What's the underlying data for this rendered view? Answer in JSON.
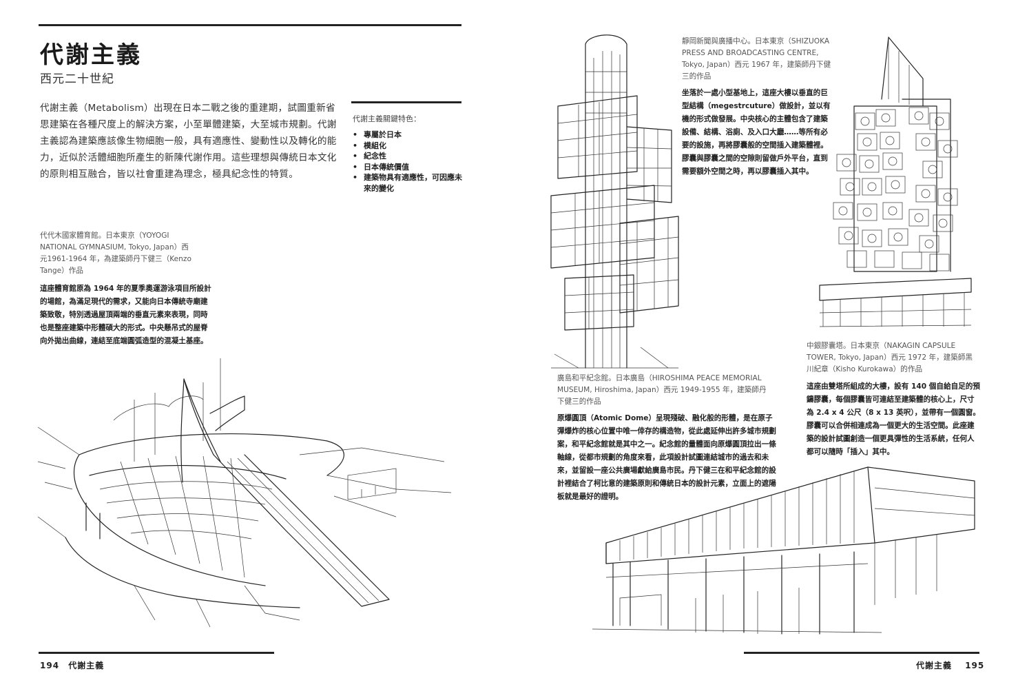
{
  "left_page": {
    "title": "代謝主義",
    "subtitle": "西元二十世紀",
    "intro": "代謝主義（Metabolism）出現在日本二戰之後的重建期，試圖重新省思建築在各種尺度上的解決方案，小至單體建築，大至城市規劃。代謝主義認為建築應該像生物細胞一般，具有適應性、變動性以及轉化的能力，近似於活體細胞所產生的新陳代謝作用。這些理想與傳統日本文化的原則相互融合，皆以社會重建為理念，極具紀念性的特質。",
    "key_features": {
      "title": "代謝主義關鍵特色：",
      "items": [
        "專屬於日本",
        "模組化",
        "紀念性",
        "日本傳統價值",
        "建築物具有適應性，可因應未來的變化"
      ]
    },
    "yoyogi": {
      "caption": "代代木國家體育館。日本東京（YOYOGI NATIONAL GYMNASIUM, Tokyo, Japan）西元1961-1964 年，為建築師丹下健三（Kenzo Tange）作品",
      "body": "這座體育館原為 1964 年的夏季奧運游泳項目所設計的場館，為滿足現代的需求，又能向日本傳統寺廟建築致敬，特別透過屋頂兩端的垂直元素來表現，同時也是整座建築中形體碩大的形式。中央懸吊式的屋脊向外拋出曲線，連結至底端圓弧造型的混凝土基座。"
    },
    "folio": {
      "number": "194",
      "label": "代謝主義"
    }
  },
  "right_page": {
    "shizuoka": {
      "caption": "靜岡新聞與廣播中心。日本東京（SHIZUOKA PRESS AND BROADCASTING CENTRE, Tokyo, Japan）西元 1967 年，建築師丹下健三的作品",
      "body": "坐落於一處小型基地上，這座大樓以垂直的巨型結構（megestrcuture）做設計，並以有機的形式做發展。中央核心的主體包含了建築設備、結構、浴廁、及入口大廳……等所有必要的設施，再將膠囊般的空間插入建築體裡。膠囊與膠囊之間的空隙則留做戶外平台，直到需要額外空間之時，再以膠囊插入其中。"
    },
    "nakagin": {
      "caption": "中銀膠囊塔。日本東京（NAKAGIN CAPSULE TOWER, Tokyo, Japan）西元 1972 年，建築師黑川紀章（Kisho Kurokawa）的作品",
      "body": "這座由雙塔所組成的大樓，設有 140 個自給自足的預鑄膠囊，每個膠囊皆可連結至建築體的核心上，尺寸為 2.4 x 4 公尺（8 x 13 英呎），並帶有一個圓窗。膠囊可以合併相連成為一個更大的生活空間。此座建築的設計試圖創造一個更具彈性的生活系統，任何人都可以隨時「插入」其中。"
    },
    "hiroshima": {
      "caption": "廣島和平紀念館。日本廣島（HIROSHIMA PEACE MEMORIAL MUSEUM, Hiroshima, Japan）西元 1949-1955 年，建築師丹下健三的作品",
      "body": "原爆圓頂（Atomic Dome）呈現殘破、融化般的形體，是在原子彈爆炸的核心位置中唯一倖存的構造物，從此處延伸出許多城市規劃案，和平紀念館就是其中之一。紀念館的量體面向原爆圓頂拉出一條軸線，從都市規劃的角度來看，此項設計試圖連結城市的過去和未來，並留設一座公共廣場獻給廣島市民。丹下健三在和平紀念館的設計裡結合了柯比意的建築原則和傳統日本的設計元素，立面上的遮陽板就是最好的證明。"
    },
    "folio": {
      "number": "195",
      "label": "代謝主義"
    }
  }
}
